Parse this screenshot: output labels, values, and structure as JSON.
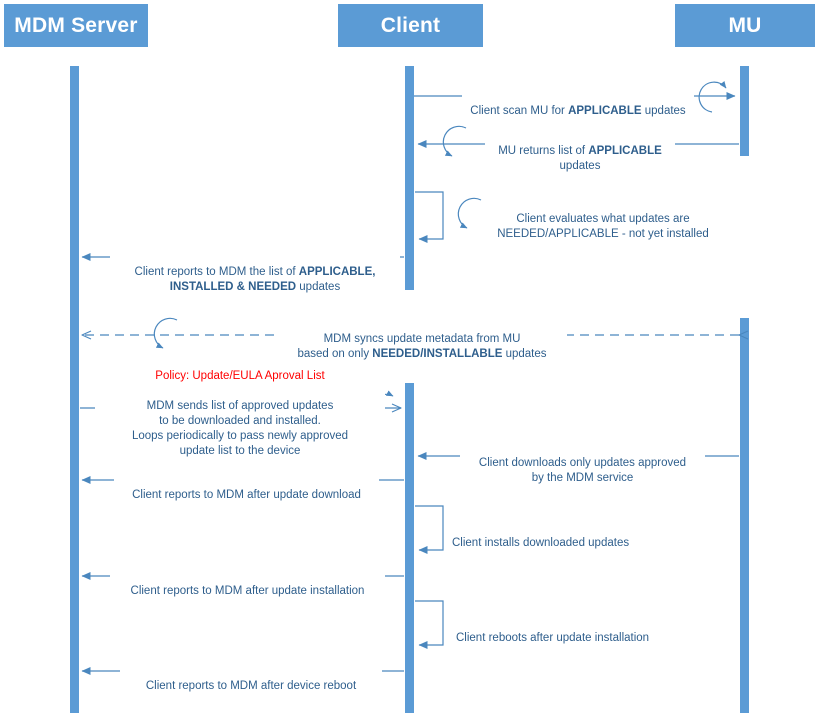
{
  "title": "MDM Update Management Sequence Diagram",
  "colors": {
    "actor_fill": "#5B9BD5",
    "actor_text": "#FFFFFF",
    "lifeline": "#5B9BD5",
    "arrow": "#4A87BE",
    "label_text": "#2E5E8C",
    "policy_text": "#FF0000",
    "background": "#FFFFFF"
  },
  "actors": [
    {
      "id": "mdm",
      "label": "MDM Server"
    },
    {
      "id": "client",
      "label": "Client"
    },
    {
      "id": "mu",
      "label": "MU"
    }
  ],
  "messages": [
    {
      "id": "m1",
      "from": "client",
      "to": "mu",
      "kind": "solid-arrow",
      "loop": true,
      "text_parts": [
        {
          "text": "Client scan MU for ",
          "bold": false
        },
        {
          "text": "APPLICABLE",
          "bold": true
        },
        {
          "text": " updates",
          "bold": false
        }
      ],
      "plain_text": "Client scan MU for APPLICABLE updates"
    },
    {
      "id": "m2",
      "from": "mu",
      "to": "client",
      "kind": "solid-arrow",
      "loop": true,
      "text_parts": [
        {
          "text": "MU returns list of ",
          "bold": false
        },
        {
          "text": "APPLICABLE",
          "bold": true
        },
        {
          "text": "\nupdates",
          "bold": false
        }
      ],
      "plain_text": "MU returns list of APPLICABLE updates"
    },
    {
      "id": "m3",
      "from": "client",
      "to": "client",
      "kind": "self-message",
      "loop": true,
      "text_parts": [
        {
          "text": "Client evaluates what updates are\nNEEDED/APPLICABLE - not yet installed",
          "bold": false
        }
      ],
      "plain_text": "Client evaluates what updates are NEEDED/APPLICABLE - not yet installed"
    },
    {
      "id": "m4",
      "from": "client",
      "to": "mdm",
      "kind": "solid-arrow",
      "loop": false,
      "text_parts": [
        {
          "text": "Client reports to MDM the list of ",
          "bold": false
        },
        {
          "text": "APPLICABLE,",
          "bold": true
        },
        {
          "text": "\n",
          "bold": false
        },
        {
          "text": "INSTALLED & NEEDED",
          "bold": true
        },
        {
          "text": " updates",
          "bold": false
        }
      ],
      "plain_text": "Client reports to MDM the list of APPLICABLE, INSTALLED & NEEDED updates"
    },
    {
      "id": "m5",
      "from": "mu",
      "to": "mdm",
      "kind": "dashed-biarrow",
      "loop": true,
      "text_parts": [
        {
          "text": "MDM syncs update metadata from MU\nbased on only ",
          "bold": false
        },
        {
          "text": "NEEDED/INSTALLABLE",
          "bold": true
        },
        {
          "text": " updates",
          "bold": false
        }
      ],
      "plain_text": "MDM syncs update metadata from MU based on only NEEDED/INSTALLABLE updates"
    },
    {
      "id": "m6",
      "from": "mdm",
      "to": "client",
      "kind": "solid-arrow",
      "loop": true,
      "policy": "Policy: Update/EULA Aproval List",
      "text_parts": [
        {
          "text": "MDM sends list of approved updates\nto be downloaded and installed.\nLoops periodically to pass newly approved\nupdate list to the device",
          "bold": false
        }
      ],
      "plain_text": "MDM sends list of approved updates to be downloaded and installed. Loops periodically to pass newly approved update list to the device"
    },
    {
      "id": "m7",
      "from": "mu",
      "to": "client",
      "kind": "solid-arrow",
      "loop": false,
      "text_parts": [
        {
          "text": "Client downloads only updates approved\nby the MDM service",
          "bold": false
        }
      ],
      "plain_text": "Client downloads only updates approved by the MDM service"
    },
    {
      "id": "m8",
      "from": "client",
      "to": "mdm",
      "kind": "solid-arrow",
      "loop": false,
      "text_parts": [
        {
          "text": "Client reports to MDM after update download",
          "bold": false
        }
      ],
      "plain_text": "Client reports to MDM after update download"
    },
    {
      "id": "m9",
      "from": "client",
      "to": "client",
      "kind": "self-message",
      "loop": false,
      "text_parts": [
        {
          "text": "Client installs downloaded updates",
          "bold": false
        }
      ],
      "plain_text": "Client installs downloaded updates"
    },
    {
      "id": "m10",
      "from": "client",
      "to": "mdm",
      "kind": "solid-arrow",
      "loop": false,
      "text_parts": [
        {
          "text": "Client reports to MDM after update installation",
          "bold": false
        }
      ],
      "plain_text": "Client reports to MDM after update installation"
    },
    {
      "id": "m11",
      "from": "client",
      "to": "client",
      "kind": "self-message",
      "loop": false,
      "text_parts": [
        {
          "text": "Client reboots after update installation",
          "bold": false
        }
      ],
      "plain_text": "Client reboots after update installation"
    },
    {
      "id": "m12",
      "from": "client",
      "to": "mdm",
      "kind": "solid-arrow",
      "loop": false,
      "text_parts": [
        {
          "text": "Client reports to MDM after device reboot",
          "bold": false
        }
      ],
      "plain_text": "Client reports to MDM after device reboot"
    }
  ]
}
